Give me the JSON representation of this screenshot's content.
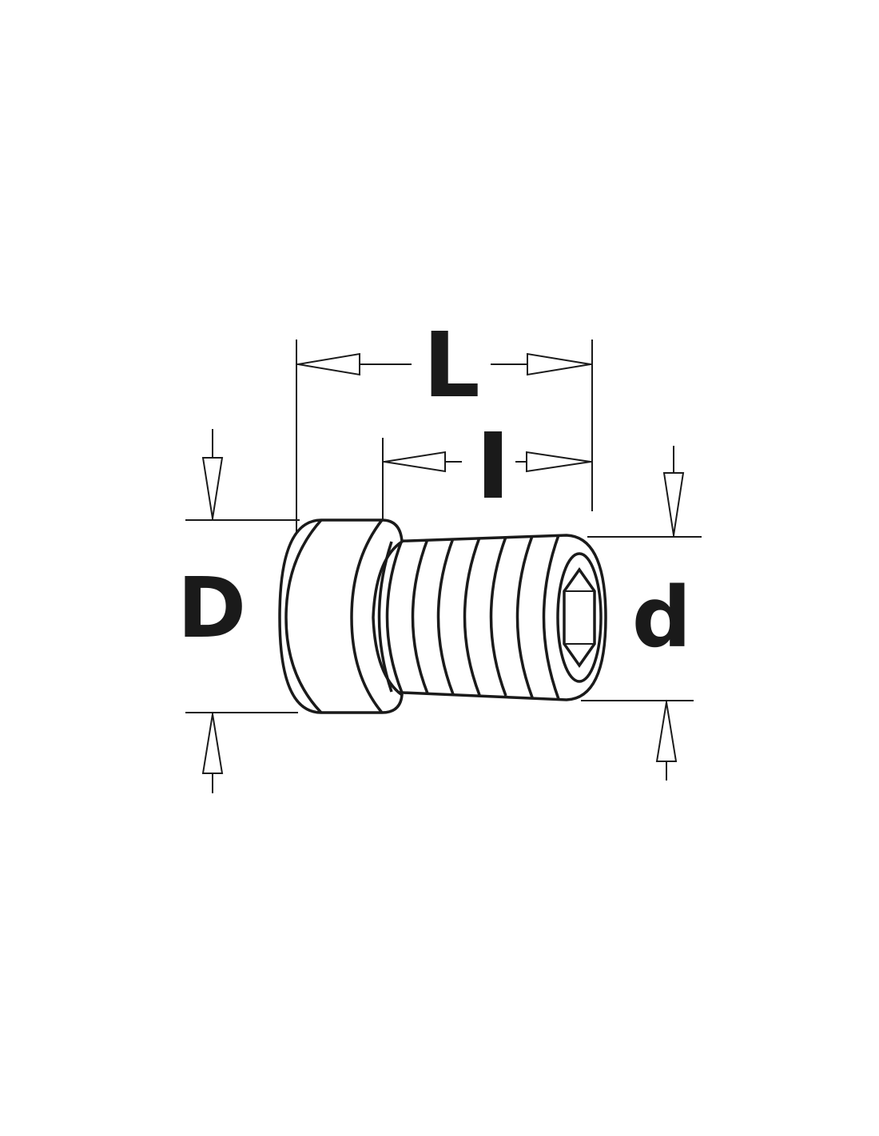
{
  "diagram": {
    "labels": {
      "overall_length": "L",
      "thread_length": "l",
      "head_diameter": "D",
      "thread_diameter": "d"
    },
    "colors": {
      "line": "#1a1a1a",
      "background": "#ffffff"
    }
  }
}
